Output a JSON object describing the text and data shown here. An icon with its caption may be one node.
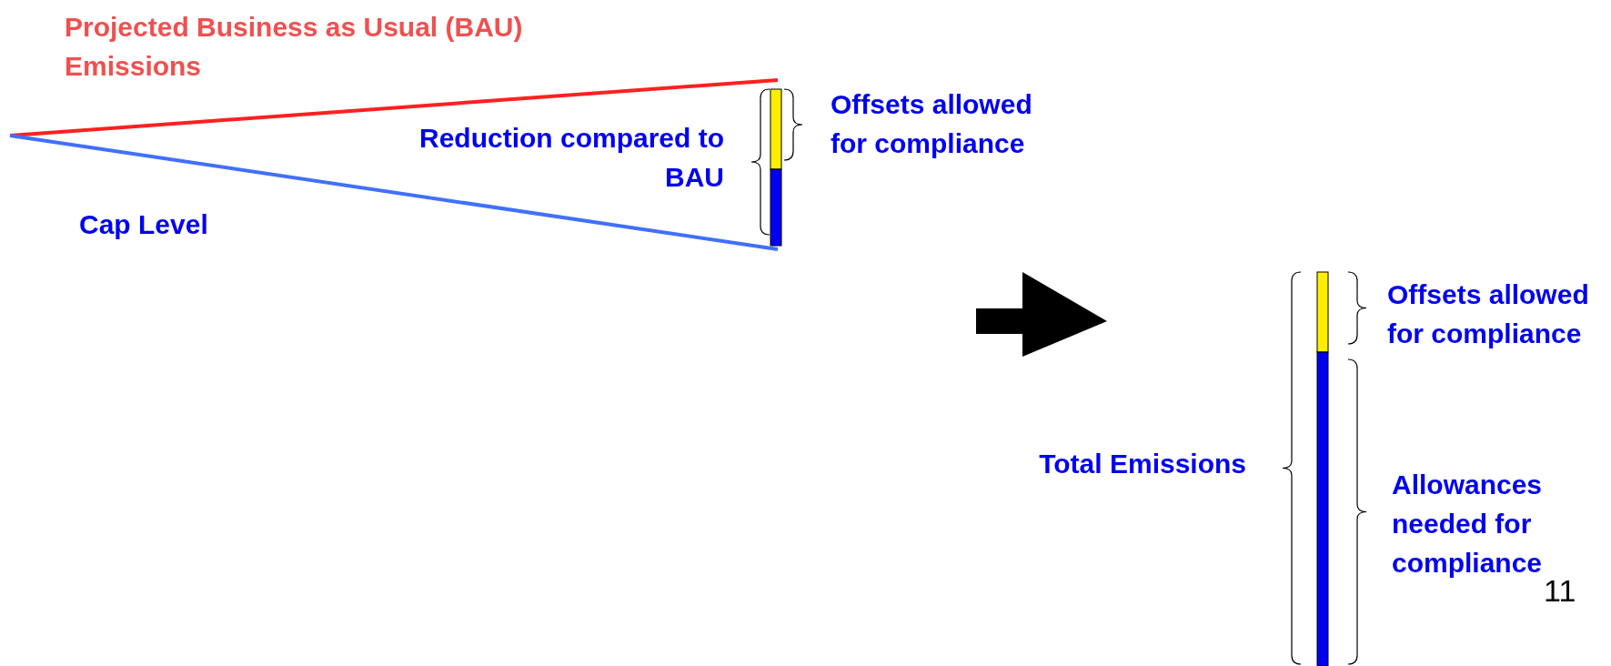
{
  "diagram": {
    "labels": [
      "Projected Business as Usual (BAU) Emissions",
      "Offsets allowed for compliance",
      "Reduction compared to BAU",
      "Cap Level",
      "Offsets allowed for compliance",
      "Total Emissions",
      "Allowances needed for compliance",
      "11"
    ]
  }
}
